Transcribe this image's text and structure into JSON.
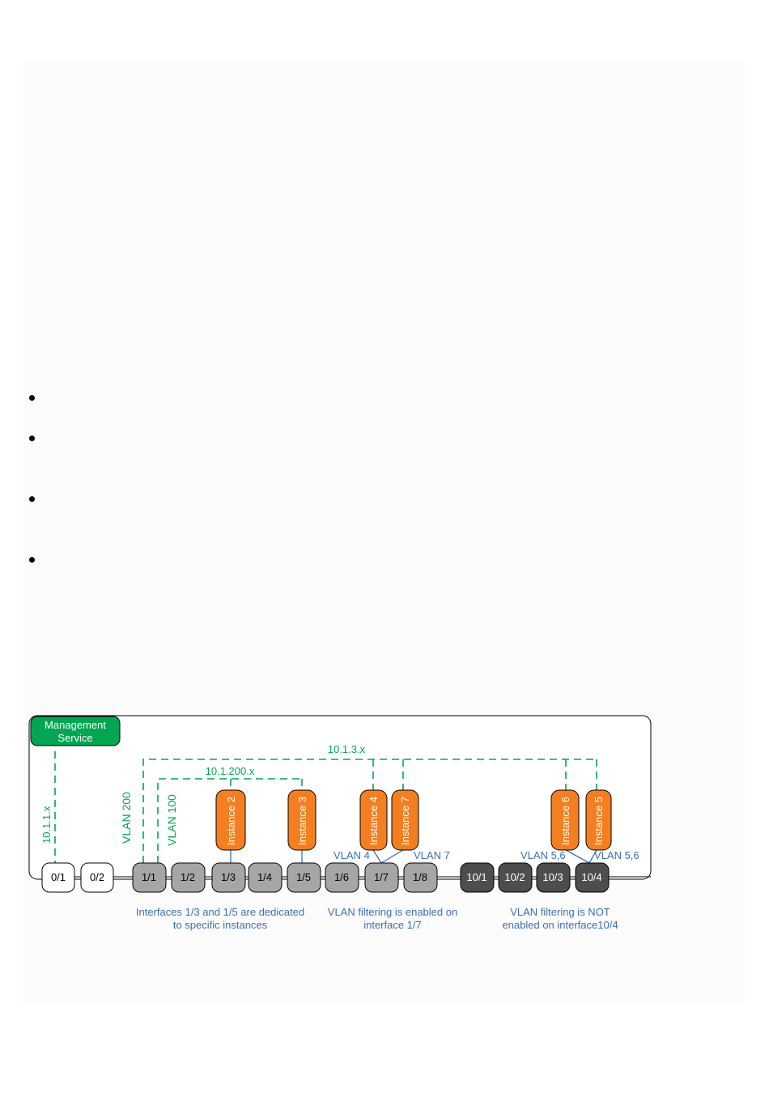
{
  "management_service": {
    "line1": "Management",
    "line2": "Service"
  },
  "subnets": {
    "mgmt": "10.1.1.x",
    "vlan200_subnet": "10.1.3.x",
    "vlan100_subnet": "10.1.200.x"
  },
  "vlans": {
    "vlan200": "VLAN 200",
    "vlan100": "VLAN 100",
    "vlan4": "VLAN 4",
    "vlan7": "VLAN 7",
    "vlan56_left": "VLAN 5,6",
    "vlan56_right": "VLAN 5,6"
  },
  "ports": [
    {
      "id": "p0-1",
      "label": "0/1"
    },
    {
      "id": "p0-2",
      "label": "0/2"
    },
    {
      "id": "p1-1",
      "label": "1/1"
    },
    {
      "id": "p1-2",
      "label": "1/2"
    },
    {
      "id": "p1-3",
      "label": "1/3"
    },
    {
      "id": "p1-4",
      "label": "1/4"
    },
    {
      "id": "p1-5",
      "label": "1/5"
    },
    {
      "id": "p1-6",
      "label": "1/6"
    },
    {
      "id": "p1-7",
      "label": "1/7"
    },
    {
      "id": "p1-8",
      "label": "1/8"
    },
    {
      "id": "p10-1",
      "label": "10/1"
    },
    {
      "id": "p10-2",
      "label": "10/2"
    },
    {
      "id": "p10-3",
      "label": "10/3"
    },
    {
      "id": "p10-4",
      "label": "10/4"
    }
  ],
  "instances": [
    {
      "id": "i2",
      "label": "Instance 2"
    },
    {
      "id": "i3",
      "label": "Instance 3"
    },
    {
      "id": "i4",
      "label": "Instance 4"
    },
    {
      "id": "i7",
      "label": "Instance 7"
    },
    {
      "id": "i6",
      "label": "Instance 6"
    },
    {
      "id": "i5",
      "label": "Instance 5"
    }
  ],
  "captions": {
    "dedicated_l1": "Interfaces 1/3 and 1/5 are dedicated",
    "dedicated_l2": "to specific instances",
    "filter_on_l1": "VLAN filtering is enabled on",
    "filter_on_l2": "interface 1/7",
    "filter_off_l1": "VLAN filtering is NOT",
    "filter_off_l2": "enabled on interface10/4"
  },
  "colors": {
    "management_green": "#00a651",
    "vlan_green": "#00a651",
    "instance_orange": "#f47f20",
    "vlan_blue": "#3b6fb6",
    "port_gray": "#a6a6a6",
    "port_dark": "#4d4d4d",
    "port_white": "#ffffff"
  }
}
